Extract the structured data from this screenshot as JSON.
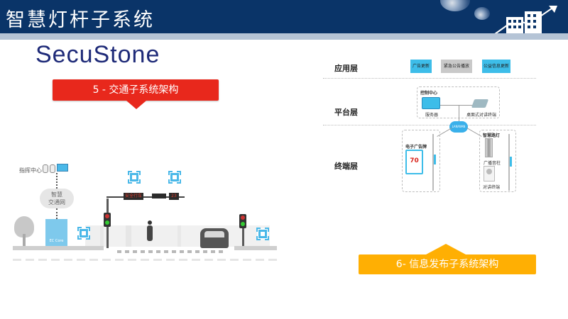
{
  "header": {
    "title": "智慧灯杆子系统",
    "bg_color": "#0a3468",
    "strip_color": "#b5c4d6"
  },
  "logo": {
    "text": "SecuStone",
    "color": "#1e2a78"
  },
  "traffic_section": {
    "banner": "5 - 交通子系统架构",
    "banner_color": "#e8281c",
    "command_center_label": "指挥中心",
    "cloud_label_line1": "智慧",
    "cloud_label_line2": "交通网",
    "cabinet_label": "EC Core",
    "sign_text": "安全行车",
    "countdown_text": "23",
    "icons": [
      "server-icon",
      "monitor-icon",
      "cloud-icon",
      "chip-icon",
      "traffic-light-icon",
      "car-icon",
      "pedestrian-icon",
      "tree-icon"
    ]
  },
  "info_section": {
    "banner": "6- 信息发布子系统架构",
    "banner_color": "#ffaf03",
    "layers": {
      "app": "应用层",
      "platform": "平台层",
      "terminal": "终端层"
    },
    "app_buttons": [
      {
        "label": "广告更新",
        "color": "#3dbde9"
      },
      {
        "label": "紧急公告播放",
        "color": "#c9c9c9"
      },
      {
        "label": "公益信息更新",
        "color": "#3dbde9"
      }
    ],
    "platform": {
      "group_label": "控制中心",
      "server_label": "服务器",
      "terminal_label": "桌面式对讲终端"
    },
    "network_label": "LAN/WAN",
    "terminals": {
      "left_label": "电子广告牌",
      "right_title": "智慧路灯",
      "speaker_label": "广播音柱",
      "intercom_label": "对讲终端",
      "billboard_number": "70"
    }
  }
}
